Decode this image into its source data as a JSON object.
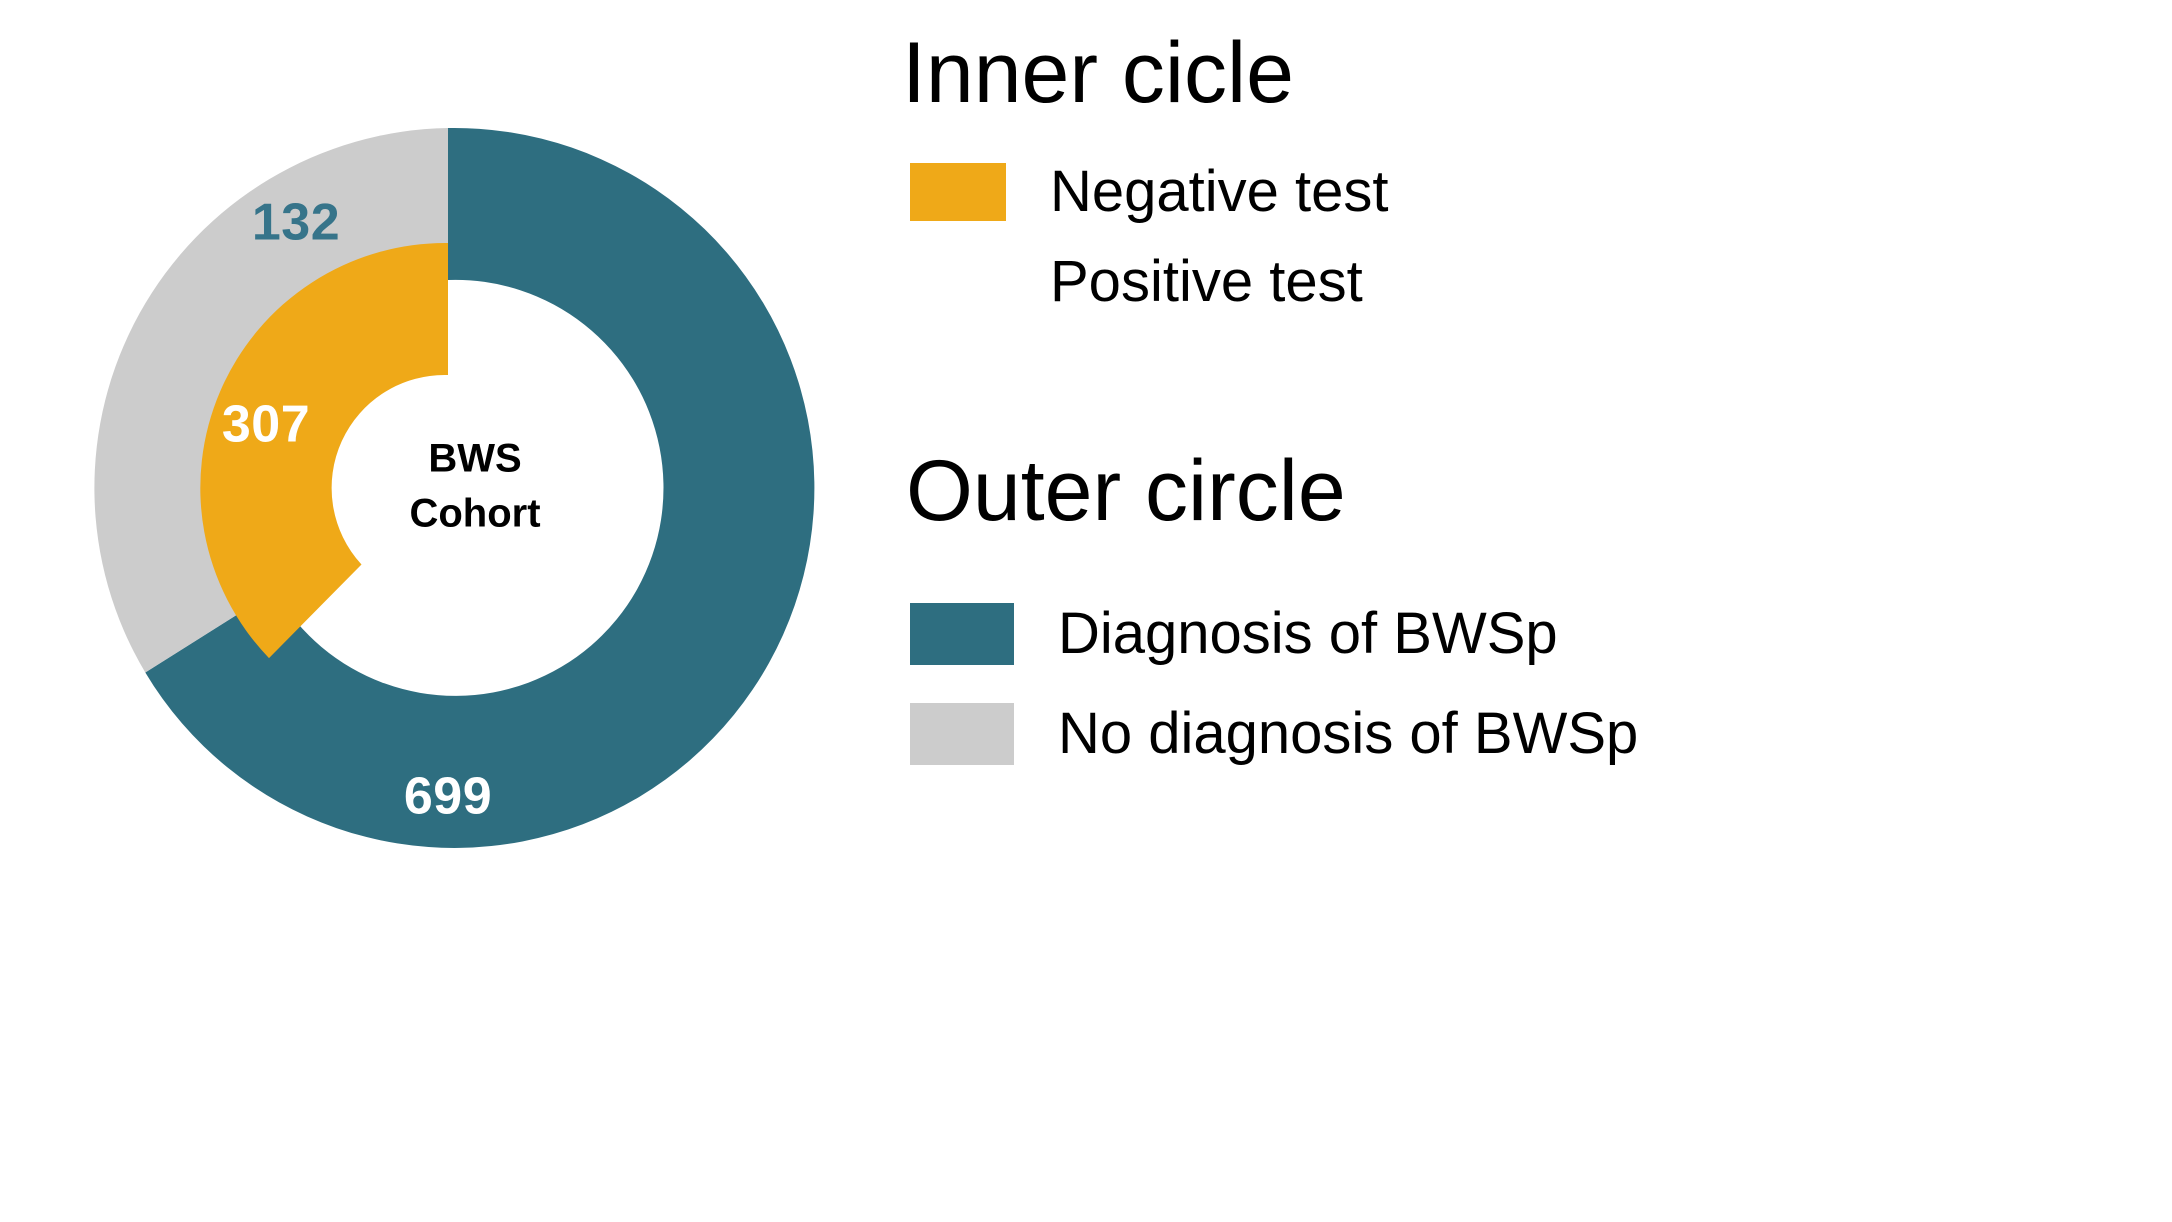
{
  "chart_data": {
    "type": "pie",
    "title": "",
    "variant": "nested-donut",
    "center_label": [
      "BWS",
      "Cohort"
    ],
    "rings": [
      {
        "name": "Inner circle",
        "position": "inner",
        "categories": [
          "Negative test",
          "Positive  test"
        ],
        "values": [
          307,
          null
        ],
        "labels": [
          "307",
          ""
        ],
        "colors": [
          "#EFA918",
          "#FFFFFF"
        ],
        "label_colors": [
          "#FFFFFF",
          "#000000"
        ],
        "start_angle_deg": 0,
        "direction": "counterclockwise",
        "swept_angle_deg": 133
      },
      {
        "name": "Outer circle",
        "position": "outer",
        "categories": [
          "Diagnosis of BWSp",
          "No diagnosis of BWSp"
        ],
        "values": [
          699,
          132
        ],
        "labels": [
          "699",
          "132"
        ],
        "colors": [
          "#2E6E80",
          "#CCCCCC"
        ],
        "label_colors": [
          "#FFFFFF",
          "#36748A"
        ],
        "total": 831,
        "start_angle_deg": 0,
        "direction": "clockwise"
      }
    ],
    "legend_position": "right",
    "grid": false
  },
  "colors": {
    "teal": "#2E6E80",
    "yellow": "#EFA918",
    "gray": "#CCCCCC",
    "white": "#FFFFFF",
    "black": "#000000",
    "teal_text": "#36748A"
  },
  "donut": {
    "center_text_line1": "BWS",
    "center_text_line2": "Cohort",
    "outer_teal_value": "699",
    "outer_gray_value": "132",
    "inner_yellow_value": "307"
  },
  "legend": {
    "inner": {
      "heading": "Inner cicle",
      "items": [
        {
          "label": "Negative test",
          "color": "#EFA918",
          "has_swatch": true
        },
        {
          "label": "Positive  test",
          "color": null,
          "has_swatch": false
        }
      ]
    },
    "outer": {
      "heading": "Outer circle",
      "items": [
        {
          "label": "Diagnosis of BWSp",
          "color": "#2E6E80",
          "has_swatch": true
        },
        {
          "label": "No diagnosis of BWSp",
          "color": "#CCCCCC",
          "has_swatch": true
        }
      ]
    }
  }
}
